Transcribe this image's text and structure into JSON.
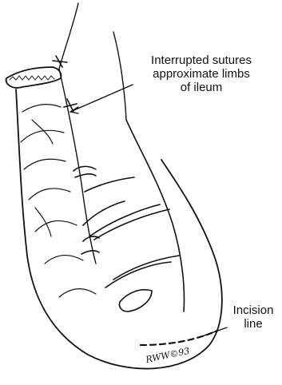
{
  "labels": {
    "sutures": [
      "Interrupted sutures",
      "approximate limbs",
      "of ileum"
    ],
    "incision": [
      "Incision",
      "line"
    ]
  },
  "signature": "RWW©93",
  "colors": {
    "ink": "#111111",
    "background": "#ffffff"
  }
}
